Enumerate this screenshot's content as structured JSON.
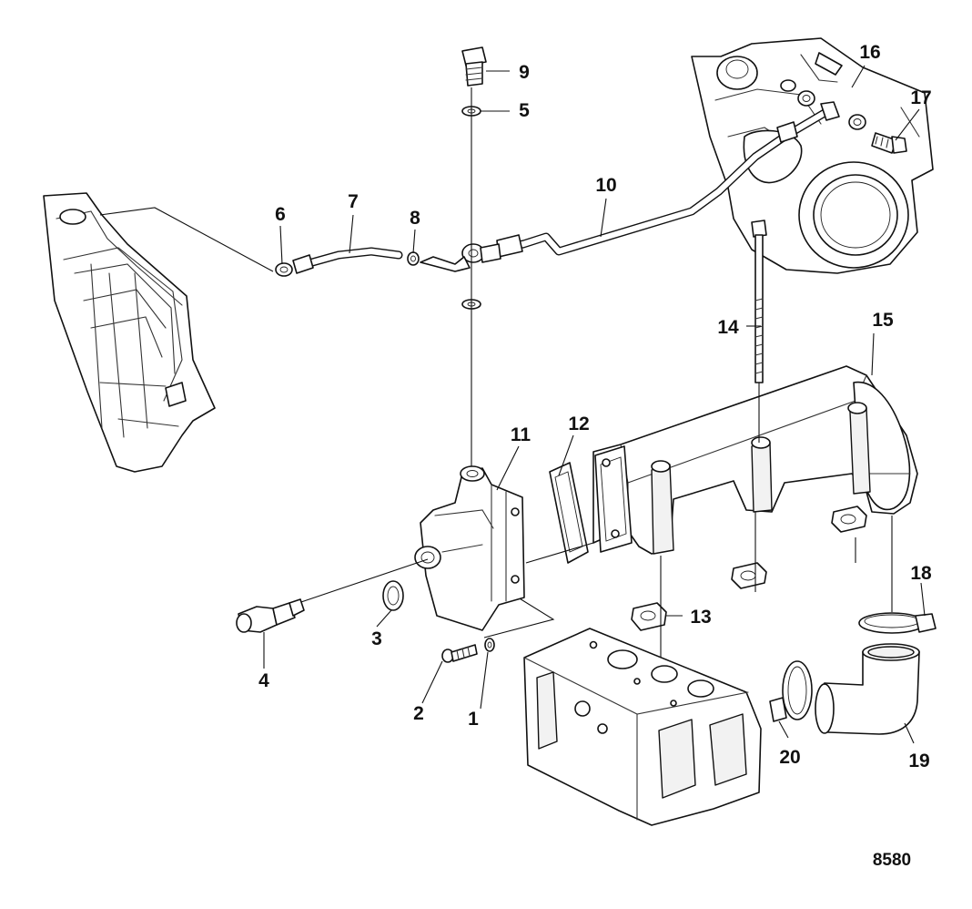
{
  "figure": {
    "figure_number": "8580"
  },
  "callouts": [
    {
      "num": "1"
    },
    {
      "num": "2"
    },
    {
      "num": "3"
    },
    {
      "num": "4"
    },
    {
      "num": "5"
    },
    {
      "num": "6"
    },
    {
      "num": "7"
    },
    {
      "num": "8"
    },
    {
      "num": "9"
    },
    {
      "num": "10"
    },
    {
      "num": "11"
    },
    {
      "num": "12"
    },
    {
      "num": "13"
    },
    {
      "num": "14"
    },
    {
      "num": "15"
    },
    {
      "num": "16"
    },
    {
      "num": "17"
    },
    {
      "num": "18"
    },
    {
      "num": "19"
    },
    {
      "num": "20"
    }
  ],
  "colors": {
    "line": "#111111",
    "background": "#ffffff"
  }
}
